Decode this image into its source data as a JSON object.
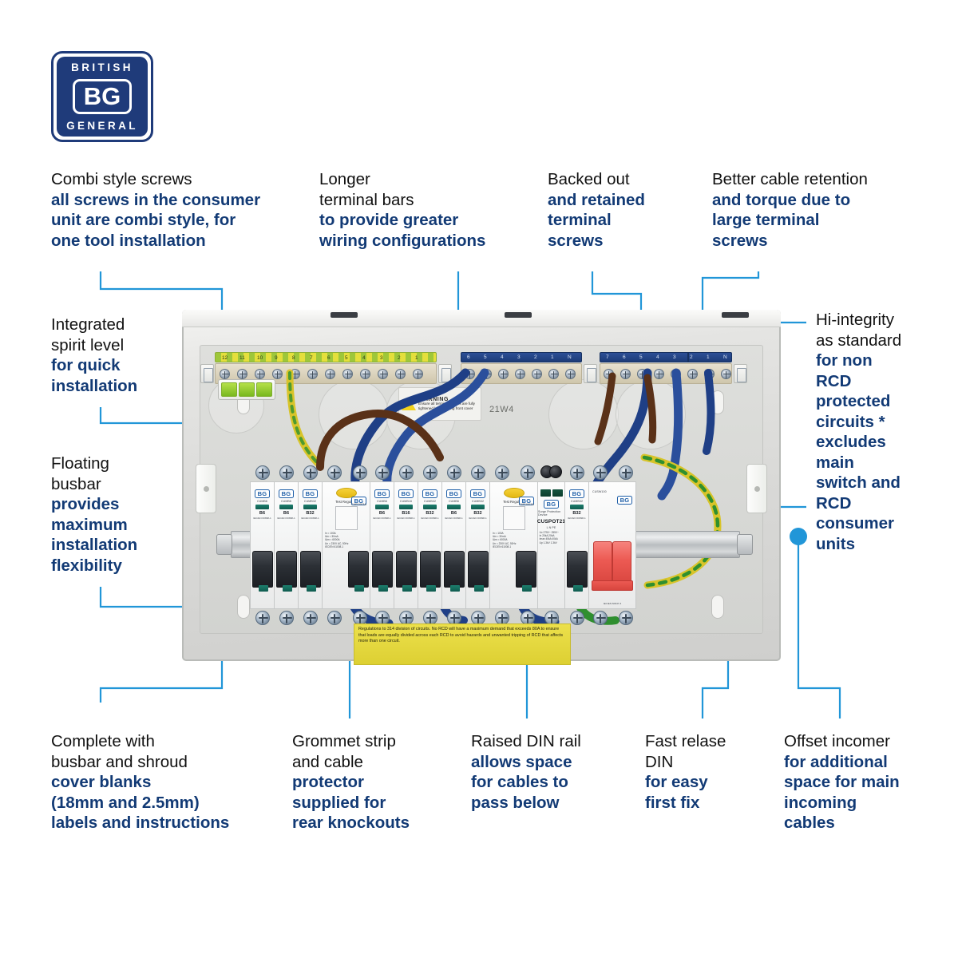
{
  "brand": {
    "logo_top": "BRITISH",
    "logo_mid": "BG",
    "logo_bottom": "GENERAL",
    "navy": "#1f3b7a",
    "callout_blue": "#123a75",
    "leader_blue": "#2196d8"
  },
  "callouts": [
    {
      "id": "combi-style-screws",
      "lead": [
        "Combi style screws"
      ],
      "bold": [
        "all screws in the consumer",
        "unit are combi style, for",
        "one tool installation"
      ]
    },
    {
      "id": "longer-terminal-bars",
      "lead": [
        "Longer",
        "terminal bars"
      ],
      "bold": [
        "to provide greater",
        "wiring configurations"
      ]
    },
    {
      "id": "backed-out-screws",
      "lead": [
        "Backed out"
      ],
      "bold": [
        "and retained",
        "terminal",
        "screws"
      ]
    },
    {
      "id": "better-cable-retention",
      "lead": [
        "Better cable retention"
      ],
      "bold": [
        "and torque due to",
        "large terminal",
        "screws"
      ]
    },
    {
      "id": "integrated-spirit-level",
      "lead": [
        "Integrated",
        "spirit level"
      ],
      "bold": [
        "for quick",
        "installation"
      ]
    },
    {
      "id": "floating-busbar",
      "lead": [
        "Floating",
        "busbar"
      ],
      "bold": [
        "provides",
        "maximum",
        "installation",
        "flexibility"
      ]
    },
    {
      "id": "hi-integrity",
      "lead": [
        "Hi-integrity",
        "as standard"
      ],
      "bold": [
        "for non",
        "RCD",
        "protected",
        "circuits *",
        "excludes",
        "main",
        "switch and",
        "RCD",
        "consumer",
        "units"
      ]
    },
    {
      "id": "complete-with-busbar",
      "lead": [
        "Complete with",
        "busbar and shroud"
      ],
      "bold": [
        "cover blanks",
        "(18mm and 2.5mm)",
        "labels and instructions"
      ]
    },
    {
      "id": "grommet-strip",
      "lead": [
        "Grommet strip",
        "and cable"
      ],
      "bold": [
        "protector",
        "supplied for",
        "rear knockouts"
      ]
    },
    {
      "id": "raised-din-rail",
      "lead": [
        "Raised DIN rail"
      ],
      "bold": [
        "allows space",
        "for cables to",
        "pass below"
      ]
    },
    {
      "id": "fast-release-din",
      "lead": [
        "Fast relase",
        "DIN"
      ],
      "bold": [
        "for easy",
        "first fix"
      ]
    },
    {
      "id": "offset-incomer",
      "lead": [
        "Offset incomer"
      ],
      "bold": [
        "for additional",
        "space for main",
        "incoming",
        "cables"
      ]
    }
  ],
  "unit": {
    "warning": {
      "title": "WARNING",
      "body": "Ensure all terminal screws are fully tightened before fitting front cover"
    },
    "batch_code": "21W4",
    "instruction_label": "Regulations to 314 division of circuits. No RCD will have a maximum demand that exceeds 80A to ensure that loads are equally divided across each RCD to avoid hazards and unwanted tripping of RCD that affects more than one circuit.",
    "earth_bar_numbers": [
      "12",
      "11",
      "10",
      "9",
      "8",
      "7",
      "6",
      "5",
      "4",
      "3",
      "2",
      "1"
    ],
    "neutral_bars": [
      {
        "id": "neutral-bar-1",
        "numbers": [
          "6",
          "5",
          "4",
          "3",
          "2",
          "1",
          "N"
        ]
      },
      {
        "id": "neutral-bar-2",
        "numbers": [
          "7",
          "6",
          "5",
          "4",
          "3",
          "2",
          "1",
          "N"
        ]
      },
      {
        "id": "neutral-bar-3",
        "numbers": [
          "3",
          "2",
          "1",
          "N"
        ]
      }
    ],
    "modules": [
      {
        "id": "mcb-1",
        "type": "mcb",
        "badge": "BG",
        "code": "CUMB6",
        "rating": "B6",
        "fine": "IEC/EN 60898-1",
        "spec": "230V~"
      },
      {
        "id": "mcb-2",
        "type": "mcb",
        "badge": "BG",
        "code": "CUMB6",
        "rating": "B6",
        "fine": "IEC/EN 60898-1",
        "spec": "230V~"
      },
      {
        "id": "mcb-3",
        "type": "mcb",
        "badge": "BG",
        "code": "CUMB32",
        "rating": "B32",
        "fine": "IEC/EN 60898-1",
        "spec": "230V~"
      },
      {
        "id": "rcd-1",
        "type": "rcd",
        "badge": "BG",
        "code": "CUR1003A",
        "test_label": "Test Regularly",
        "specs": "In = 100A\nIΔn = 30mA\nIΔm = 6000A\nUn = 230V AC, 50Hz\nIEC/EN 61008-1"
      },
      {
        "id": "mcb-4",
        "type": "mcb",
        "badge": "BG",
        "code": "CUMB6",
        "rating": "B6",
        "fine": "IEC/EN 60898-1",
        "spec": "230V~"
      },
      {
        "id": "mcb-5",
        "type": "mcb",
        "badge": "BG",
        "code": "CUMB16",
        "rating": "B16",
        "fine": "IEC/EN 60898-1",
        "spec": "230V~"
      },
      {
        "id": "mcb-6",
        "type": "mcb",
        "badge": "BG",
        "code": "CUMB32",
        "rating": "B32",
        "fine": "IEC/EN 60898-1",
        "spec": "230V~"
      },
      {
        "id": "mcb-7",
        "type": "mcb",
        "badge": "BG",
        "code": "CUMB6",
        "rating": "B6",
        "fine": "IEC/EN 60898-1",
        "spec": "230V~"
      },
      {
        "id": "mcb-8",
        "type": "mcb",
        "badge": "BG",
        "code": "CUMB32",
        "rating": "B32",
        "fine": "IEC/EN 60898-1",
        "spec": "230V~"
      },
      {
        "id": "rcd-2",
        "type": "rcd",
        "badge": "BG",
        "code": "CUR1003A",
        "test_label": "Test Regularly",
        "specs": "In = 100A\nIΔn = 30mA\nIΔm = 6000A\nUn = 230V AC, 50Hz\nIEC/EN 61008-1"
      },
      {
        "id": "spd-1",
        "type": "spd",
        "badge": "BG",
        "code": "CUSPOT21",
        "title": "CUSPOT21",
        "subtitle": "Surge Protection Device",
        "terminals": "L   N   PE",
        "specs": "Uc  275V~   255V~\nIn    20kA    20kA\nImax 40kA    40kA\nUp   1.3kV   1.3kV"
      },
      {
        "id": "mcb-9",
        "type": "mcb",
        "badge": "BG",
        "code": "CUMB32",
        "rating": "B32",
        "fine": "IEC/EN 60898-1",
        "spec": "230V~"
      },
      {
        "id": "main-switch",
        "type": "main",
        "badge": "BG",
        "code": "CUSW100",
        "rating": "100A",
        "fine": "IEC/EN 60947-3",
        "spec": "Un=100A"
      }
    ]
  }
}
